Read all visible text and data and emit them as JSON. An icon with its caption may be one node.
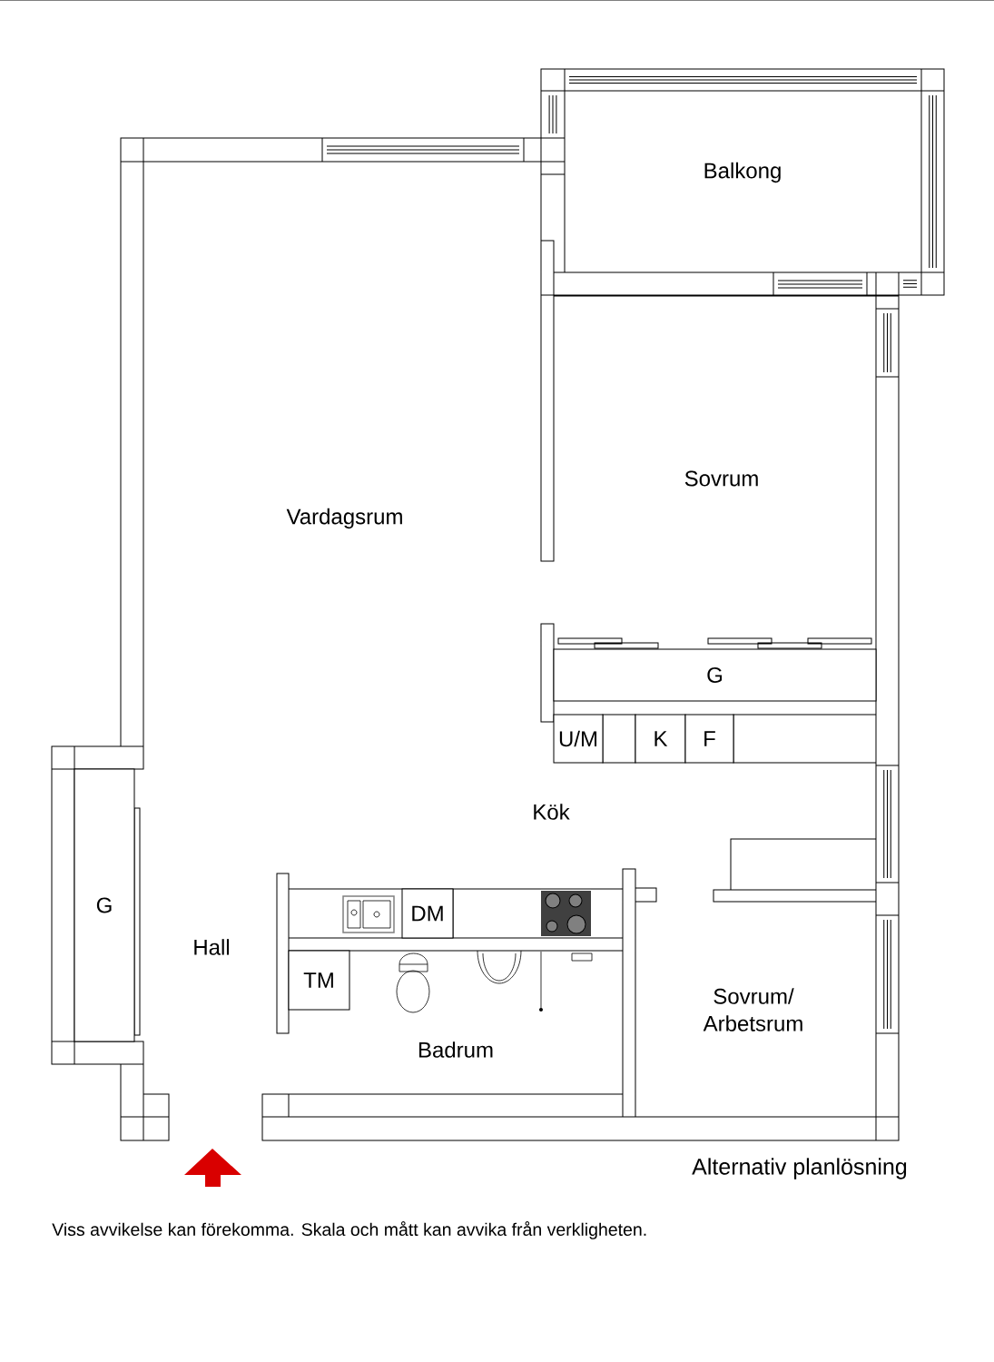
{
  "diagram": {
    "nodes": [
      {
        "text": [
          "G"
        ]
      },
      {
        "text": [
          "U/M"
        ]
      },
      {
        "text": [
          "K"
        ]
      },
      {
        "text": [
          "F"
        ]
      },
      {
        "text": [
          "G"
        ]
      },
      {
        "text": [
          "DM"
        ]
      },
      {
        "text": [
          "TM"
        ]
      }
    ],
    "labels": [
      "Balkong",
      "Sovrum",
      "Vardagsrum",
      "Kök",
      "Hall",
      "Sovrum/ Arbetsrum",
      "Badrum",
      "Alternativ planlösning",
      "Viss avvikelse kan förekomma. Skala och mått kan avvika från verkligheten."
    ]
  }
}
